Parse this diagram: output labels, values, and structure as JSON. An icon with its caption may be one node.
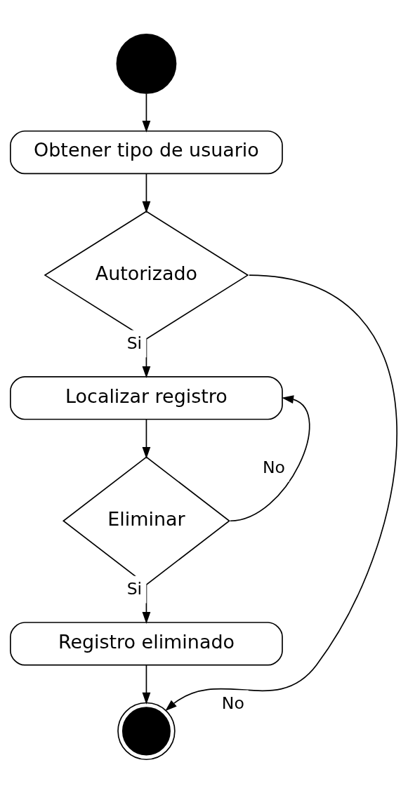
{
  "diagram": {
    "nodes": [
      {
        "text": [],
        "shape": "circle"
      },
      {
        "text": [
          "Obtener tipo de usuario"
        ]
      },
      {
        "text": [
          "Autorizado"
        ]
      },
      {
        "text": [
          "Localizar registro"
        ]
      },
      {
        "text": [
          "Eliminar"
        ]
      },
      {
        "text": [
          "Registro eliminado"
        ]
      },
      {
        "text": [],
        "shape": "circle"
      }
    ],
    "edges": [
      {
        "from": 0,
        "to": 1,
        "arrow": "to"
      },
      {
        "from": 1,
        "to": 2,
        "arrow": "to"
      },
      {
        "from": 2,
        "to": 3,
        "label": "Si",
        "arrow": "to"
      },
      {
        "from": 2,
        "to": 6,
        "label": "No",
        "arrow": "to"
      },
      {
        "from": 3,
        "to": 4,
        "arrow": "to"
      },
      {
        "from": 4,
        "to": 3,
        "label": "No",
        "arrow": "to"
      },
      {
        "from": 4,
        "to": 5,
        "label": "Si",
        "arrow": "to"
      },
      {
        "from": 5,
        "to": 6,
        "arrow": "to"
      }
    ]
  }
}
